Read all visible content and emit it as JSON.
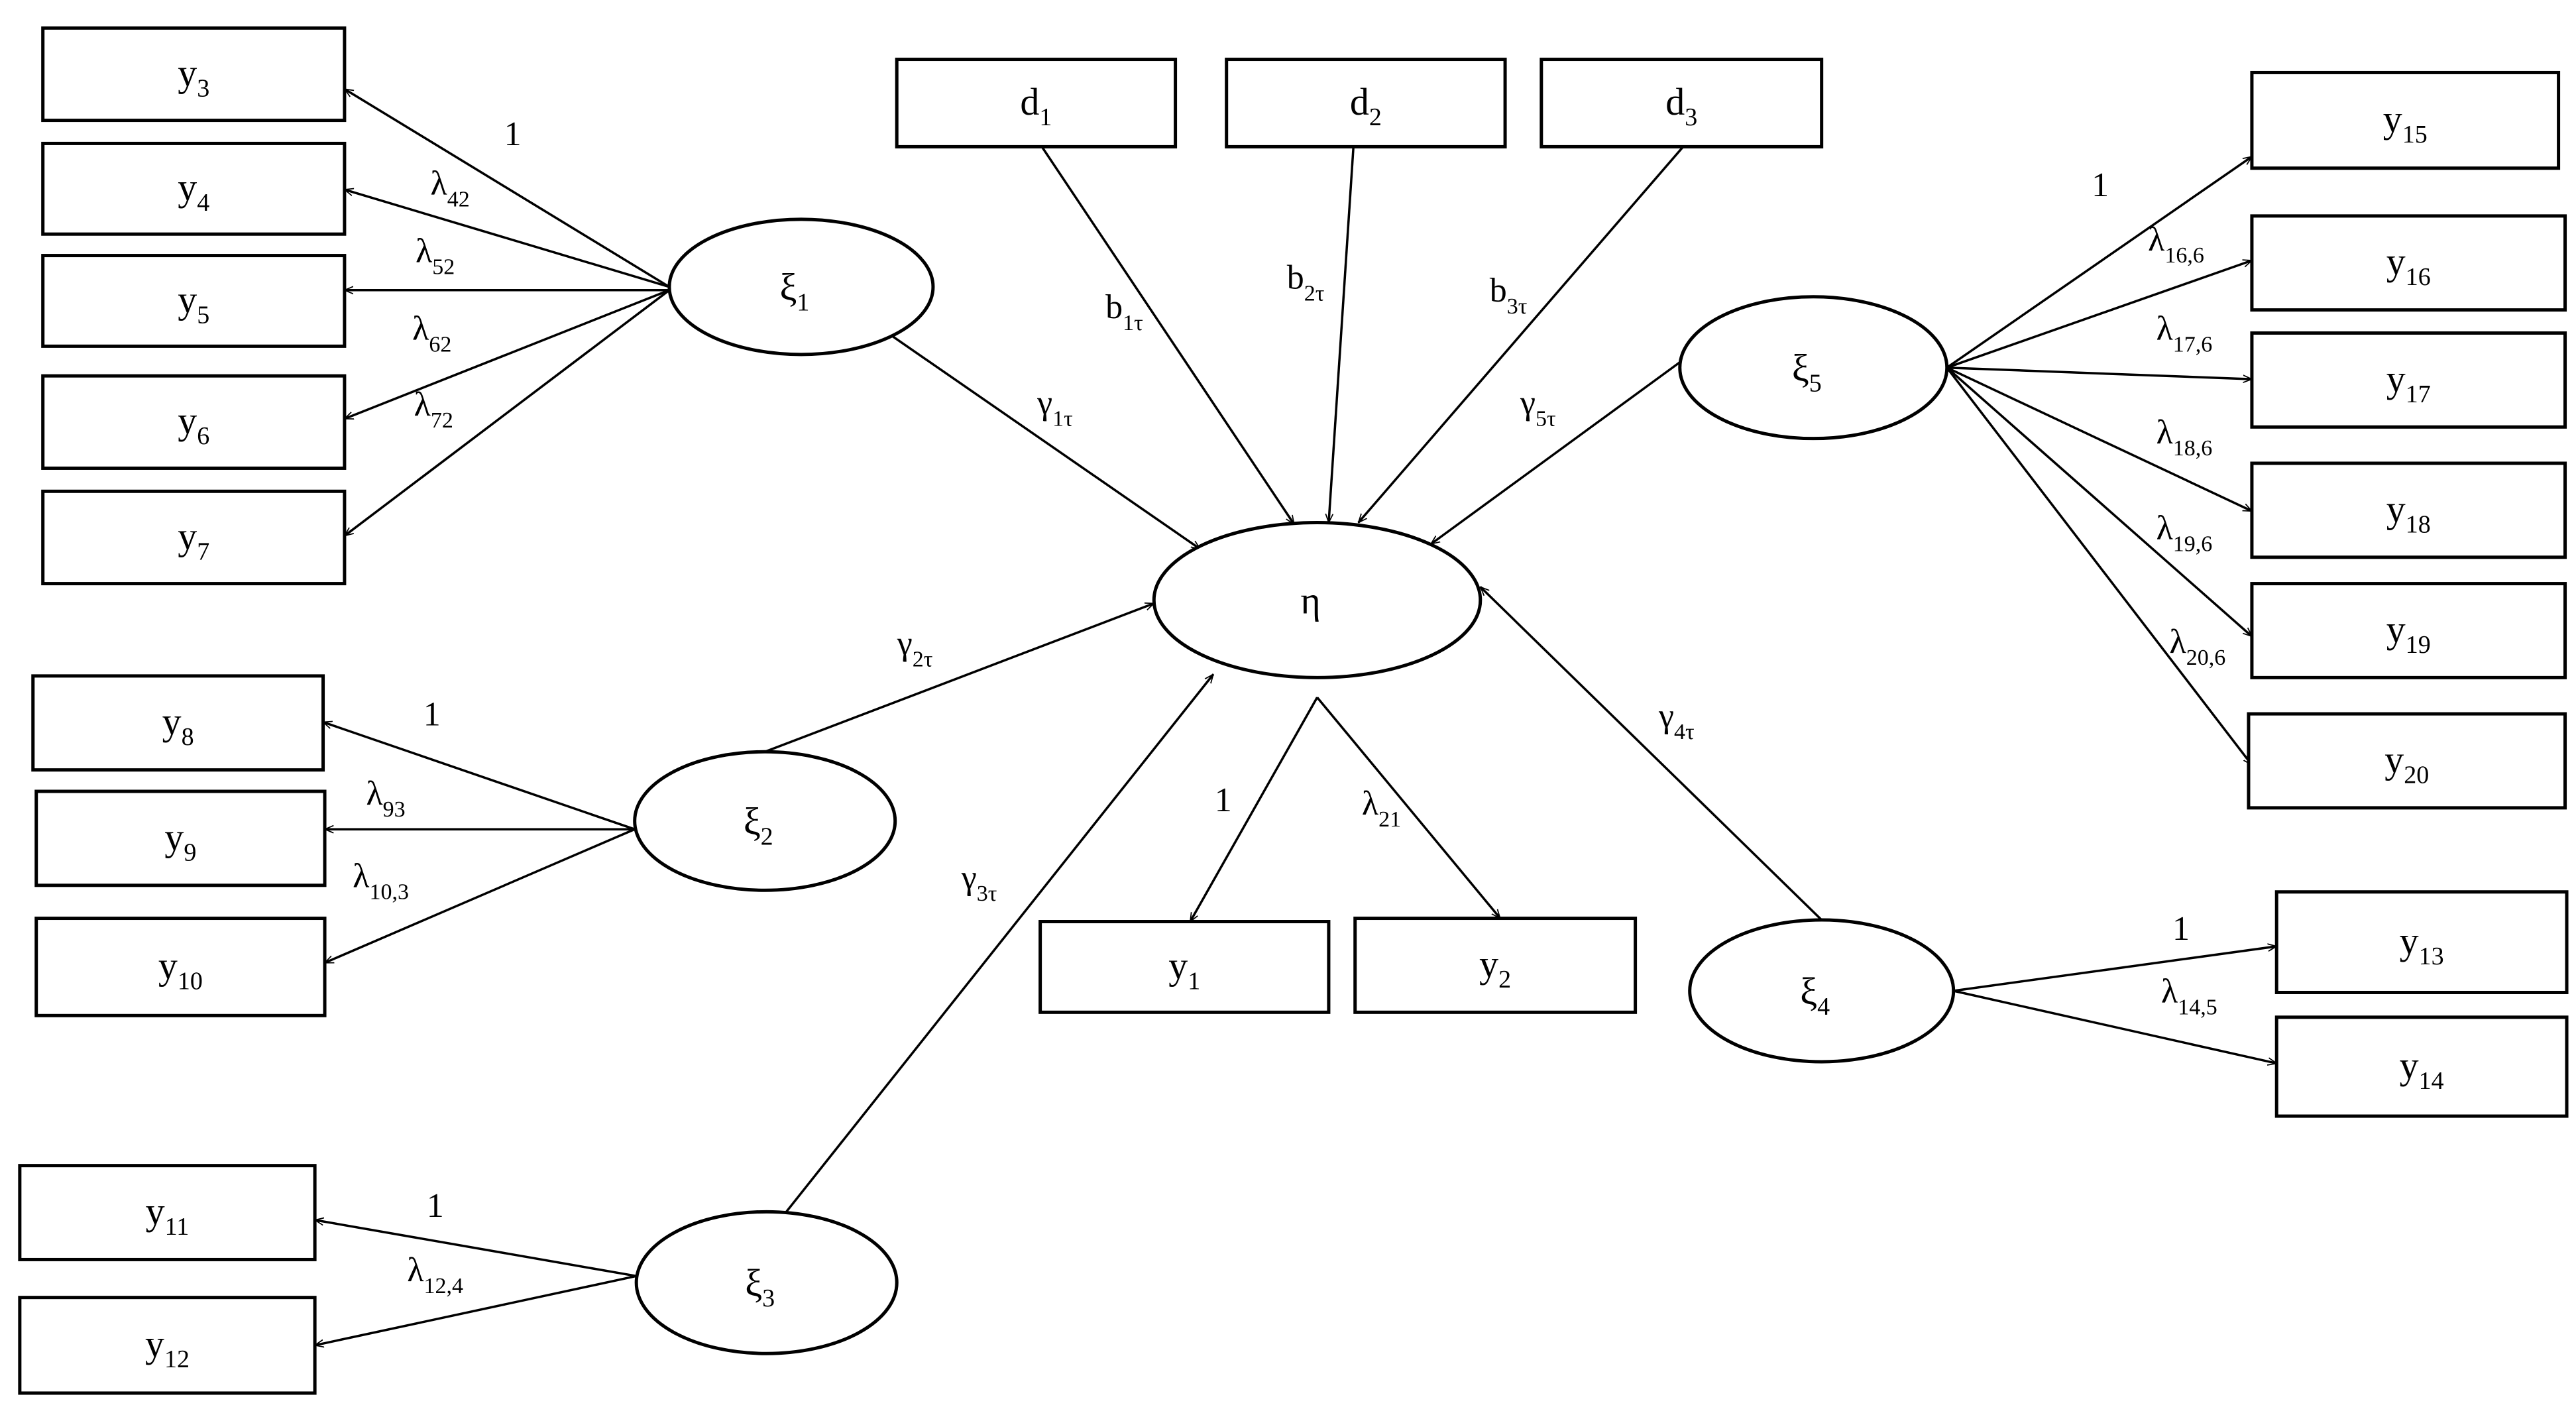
{
  "diagram": {
    "type": "structural-equation-path-diagram",
    "observed": {
      "y1": {
        "base": "y",
        "sub": "1"
      },
      "y2": {
        "base": "y",
        "sub": "2"
      },
      "y3": {
        "base": "y",
        "sub": "3"
      },
      "y4": {
        "base": "y",
        "sub": "4"
      },
      "y5": {
        "base": "y",
        "sub": "5"
      },
      "y6": {
        "base": "y",
        "sub": "6"
      },
      "y7": {
        "base": "y",
        "sub": "7"
      },
      "y8": {
        "base": "y",
        "sub": "8"
      },
      "y9": {
        "base": "y",
        "sub": "9"
      },
      "y10": {
        "base": "y",
        "sub": "10"
      },
      "y11": {
        "base": "y",
        "sub": "11"
      },
      "y12": {
        "base": "y",
        "sub": "12"
      },
      "y13": {
        "base": "y",
        "sub": "13"
      },
      "y14": {
        "base": "y",
        "sub": "14"
      },
      "y15": {
        "base": "y",
        "sub": "15"
      },
      "y16": {
        "base": "y",
        "sub": "16"
      },
      "y17": {
        "base": "y",
        "sub": "17"
      },
      "y18": {
        "base": "y",
        "sub": "18"
      },
      "y19": {
        "base": "y",
        "sub": "19"
      },
      "y20": {
        "base": "y",
        "sub": "20"
      },
      "d1": {
        "base": "d",
        "sub": "1"
      },
      "d2": {
        "base": "d",
        "sub": "2"
      },
      "d3": {
        "base": "d",
        "sub": "3"
      }
    },
    "latent": {
      "eta": {
        "base": "η",
        "sub": ""
      },
      "xi1": {
        "base": "ξ",
        "sub": "1"
      },
      "xi2": {
        "base": "ξ",
        "sub": "2"
      },
      "xi3": {
        "base": "ξ",
        "sub": "3"
      },
      "xi4": {
        "base": "ξ",
        "sub": "4"
      },
      "xi5": {
        "base": "ξ",
        "sub": "5"
      }
    },
    "paths": {
      "xi1_y3": {
        "base": "1",
        "sub": ""
      },
      "xi1_y4": {
        "base": "λ",
        "sub": "42"
      },
      "xi1_y5": {
        "base": "λ",
        "sub": "52"
      },
      "xi1_y6": {
        "base": "λ",
        "sub": "62"
      },
      "xi1_y7": {
        "base": "λ",
        "sub": "72"
      },
      "xi2_y8": {
        "base": "1",
        "sub": ""
      },
      "xi2_y9": {
        "base": "λ",
        "sub": "93"
      },
      "xi2_y10": {
        "base": "λ",
        "sub": "10,3"
      },
      "xi3_y11": {
        "base": "1",
        "sub": ""
      },
      "xi3_y12": {
        "base": "λ",
        "sub": "12,4"
      },
      "xi4_y13": {
        "base": "1",
        "sub": ""
      },
      "xi4_y14": {
        "base": "λ",
        "sub": "14,5"
      },
      "xi5_y15": {
        "base": "1",
        "sub": ""
      },
      "xi5_y16": {
        "base": "λ",
        "sub": "16,6"
      },
      "xi5_y17": {
        "base": "λ",
        "sub": "17,6"
      },
      "xi5_y18": {
        "base": "λ",
        "sub": "18,6"
      },
      "xi5_y19": {
        "base": "λ",
        "sub": "19,6"
      },
      "xi5_y20": {
        "base": "λ",
        "sub": "20,6"
      },
      "eta_y1": {
        "base": "1",
        "sub": ""
      },
      "eta_y2": {
        "base": "λ",
        "sub": "21"
      },
      "d1_eta": {
        "base": "b",
        "sub": "1τ"
      },
      "d2_eta": {
        "base": "b",
        "sub": "2τ"
      },
      "d3_eta": {
        "base": "b",
        "sub": "3τ"
      },
      "xi1_eta": {
        "base": "γ",
        "sub": "1τ"
      },
      "xi2_eta": {
        "base": "γ",
        "sub": "2τ"
      },
      "xi3_eta": {
        "base": "γ",
        "sub": "3τ"
      },
      "xi4_eta": {
        "base": "γ",
        "sub": "4τ"
      },
      "xi5_eta": {
        "base": "γ",
        "sub": "5τ"
      }
    }
  }
}
